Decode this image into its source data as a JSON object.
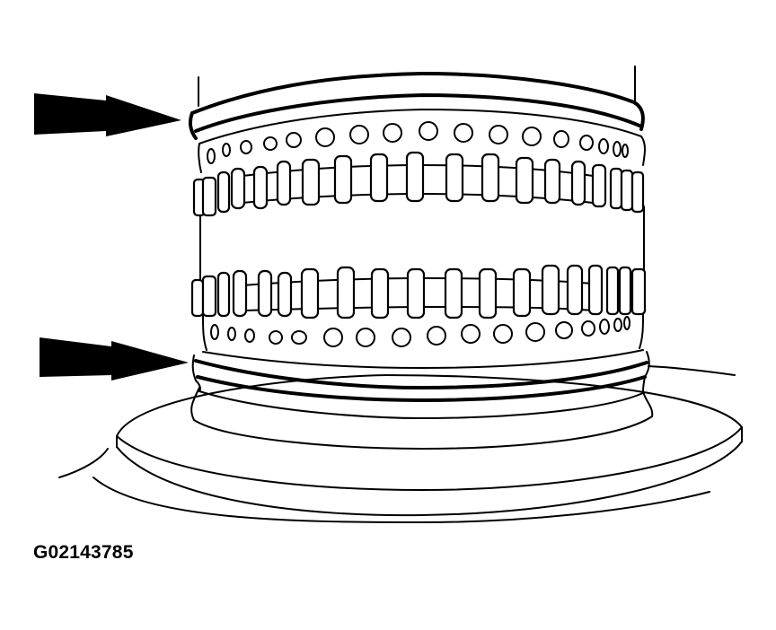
{
  "figure": {
    "id_label": "G02143785",
    "subject": "clutch-drum-with-snap-rings",
    "callouts": [
      {
        "name": "upper-snap-ring-arrow",
        "points_to": "upper-snap-ring"
      },
      {
        "name": "lower-snap-ring-arrow",
        "points_to": "lower-snap-ring"
      }
    ],
    "colors": {
      "line": "#000000",
      "background": "#ffffff"
    }
  }
}
